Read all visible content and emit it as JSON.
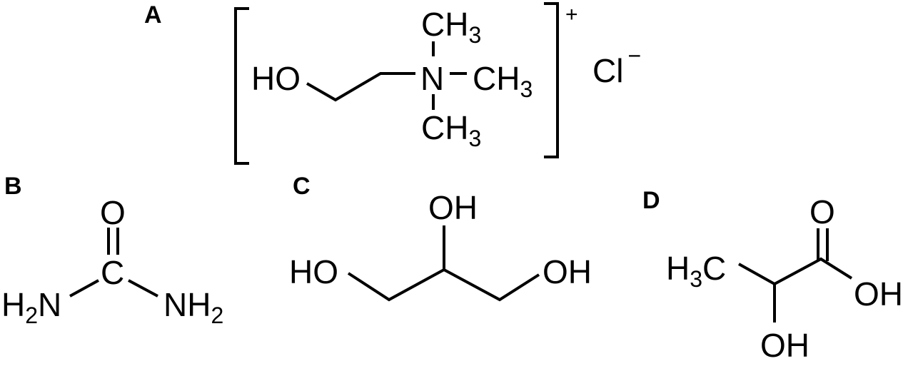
{
  "panels": {
    "a": {
      "label": "A",
      "atoms": {
        "ho": {
          "main": "HO"
        },
        "n": {
          "main": "N"
        },
        "ch3_top": {
          "main": "CH",
          "sub": "3"
        },
        "ch3_right": {
          "main": "CH",
          "sub": "3"
        },
        "ch3_bottom": {
          "main": "CH",
          "sub": "3"
        }
      },
      "charge": "+",
      "counterion": {
        "main": "Cl",
        "sup": "−"
      }
    },
    "b": {
      "label": "B",
      "atoms": {
        "o": {
          "main": "O"
        },
        "c": {
          "main": "C"
        },
        "h2n": {
          "h": "H",
          "sub": "2",
          "n": "N"
        },
        "nh2": {
          "main": "NH",
          "sub": "2"
        }
      }
    },
    "c": {
      "label": "C",
      "atoms": {
        "oh_top": {
          "main": "OH"
        },
        "ho_left": {
          "main": "HO"
        },
        "oh_right": {
          "main": "OH"
        }
      }
    },
    "d": {
      "label": "D",
      "atoms": {
        "o": {
          "main": "O"
        },
        "h3c": {
          "h": "H",
          "sub": "3",
          "c": "C"
        },
        "oh_right": {
          "main": "OH"
        },
        "oh_bottom": {
          "main": "OH"
        }
      }
    }
  }
}
